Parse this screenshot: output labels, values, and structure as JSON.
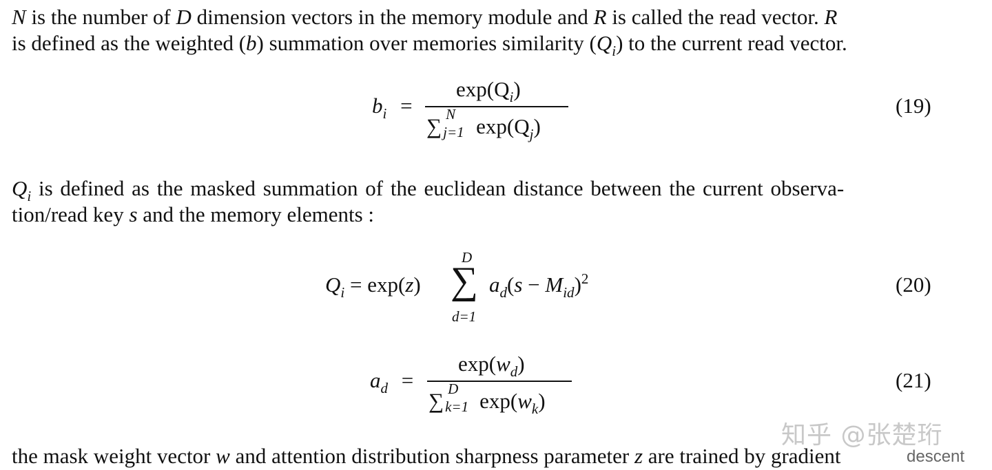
{
  "paragraph1": {
    "line1": {
      "v1": "N",
      "t1": " is the number of ",
      "v2": "D",
      "t2": " dimension vectors in the memory module and ",
      "v3": "R",
      "t3": " is called the read vector. ",
      "v4": "R"
    },
    "line2": {
      "t1": "is defined as the weighted (",
      "v1": "b",
      "t2": ") summation over memories similarity (",
      "v2": "Q",
      "v2_sub": "i",
      "t3": ") to the current read vector."
    }
  },
  "eq19": {
    "lhs": "b",
    "lhs_sub": "i",
    "equals": "=",
    "numerator": "exp(Q",
    "num_sub": "i",
    "num_close": ")",
    "sum_symbol": "∑",
    "sum_upper": "N",
    "sum_lower": "j=1",
    "denominator": "exp(Q",
    "den_sub": "j",
    "den_close": ")",
    "number": "(19)"
  },
  "paragraph2": {
    "line1": {
      "v1": "Q",
      "v1_sub": "i",
      "t1": " is defined as the masked summation of the euclidean distance between the current observa-"
    },
    "line2": {
      "t1": "tion/read key ",
      "v1": "s",
      "t2": " and the memory elements :"
    }
  },
  "eq20": {
    "lhs": "Q",
    "lhs_sub": "i",
    "rhs_pre": "= exp(",
    "z": "z",
    "rhs_close": ")",
    "sum_symbol": "∑",
    "sum_upper": "D",
    "sum_lower": "d=1",
    "term_a": "a",
    "term_a_sub": "d",
    "term_open": "(",
    "term_s": "s",
    "term_minus": " − ",
    "term_M": "M",
    "term_M_sub": "id",
    "term_close": ")",
    "power": "2",
    "number": "(20)"
  },
  "eq21": {
    "lhs": "a",
    "lhs_sub": "d",
    "equals": "=",
    "numerator": "exp(",
    "num_w": "w",
    "num_sub": "d",
    "num_close": ")",
    "sum_symbol": "∑",
    "sum_upper": "D",
    "sum_lower": "k=1",
    "denominator": "exp(",
    "den_w": "w",
    "den_sub": "k",
    "den_close": ")",
    "number": "(21)"
  },
  "paragraph3": {
    "t1": "the mask weight vector ",
    "v1": "w",
    "t2": " and attention distribution sharpness parameter ",
    "v2": "z",
    "t3": " are trained by gradient"
  },
  "watermark": "知乎 @张楚珩",
  "descent_tail": "descent"
}
